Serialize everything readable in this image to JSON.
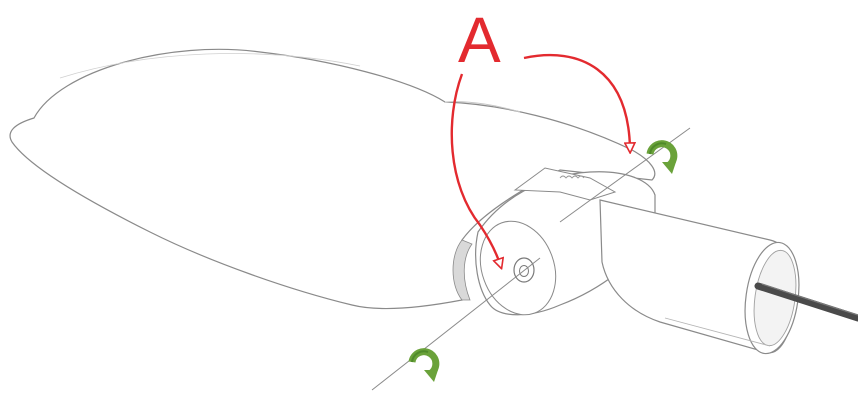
{
  "diagram": {
    "callout_label": "A",
    "colors": {
      "callout": "#e32a2f",
      "rotate_icon": "#6aa23a",
      "rotate_icon_dark": "#4f8a2a",
      "outline": "#8a8a8a",
      "outline_light": "#c7c7c7",
      "shadow": "#d9d9d9",
      "cable": "#4a4a4a",
      "body_fill": "#ffffff"
    },
    "icons": [
      "luminaire-housing",
      "mounting-bracket",
      "pole-spigot",
      "power-cable",
      "set-screw",
      "rotation-axis-line",
      "rotate-arrow-icon"
    ]
  }
}
